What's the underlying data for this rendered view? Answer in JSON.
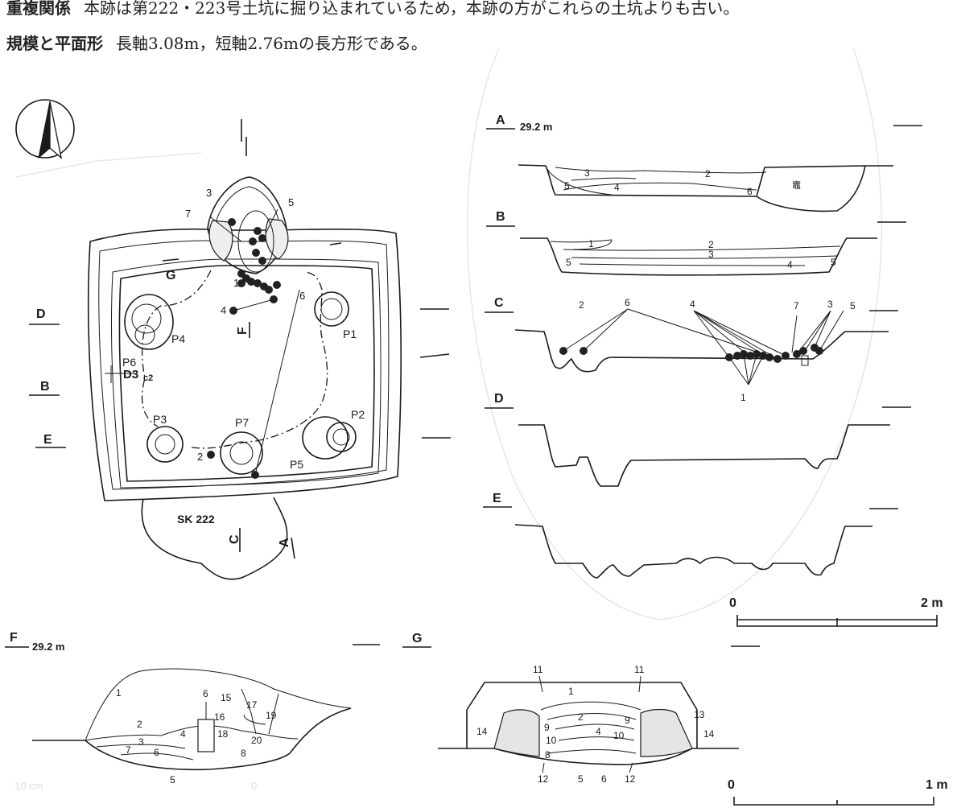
{
  "header": {
    "line1_lead": "重複関係",
    "line1_text": "本跡は第222・223号土坑に掘り込まれているため，本跡の方がこれらの土坑よりも古い。",
    "line2_lead": "規模と平面形",
    "line2_text": "長軸3.08m，短軸2.76mの長方形である。"
  },
  "plan": {
    "post_holes": [
      "P1",
      "P2",
      "P3",
      "P4",
      "P5",
      "P6",
      "P7"
    ],
    "pit_label": "SK 222",
    "grid_label": "D3",
    "grid_sub": "c2",
    "find_labels": [
      "1",
      "2",
      "3",
      "4",
      "5",
      "6",
      "7"
    ],
    "section_markers": [
      "A",
      "B",
      "C",
      "D",
      "E",
      "F",
      "G"
    ]
  },
  "sections": {
    "elevation": "29.2 m",
    "A_layers": [
      "2",
      "3",
      "4",
      "5",
      "6"
    ],
    "A_note": "竈",
    "B_layers": [
      "1",
      "2",
      "3",
      "4",
      "5",
      "5"
    ],
    "C_labels": [
      "2",
      "6",
      "4",
      "7",
      "3",
      "5",
      "1"
    ],
    "F_layers": [
      "1",
      "2",
      "3",
      "4",
      "5",
      "6",
      "7",
      "8",
      "15",
      "16",
      "17",
      "18",
      "19",
      "20"
    ],
    "F_find": "6",
    "G_layers": [
      "1",
      "2",
      "4",
      "5",
      "6",
      "8",
      "9",
      "9",
      "10",
      "10",
      "11",
      "11",
      "12",
      "12",
      "13",
      "14",
      "14"
    ]
  },
  "scales": {
    "large": {
      "zero": "0",
      "end": "2 m"
    },
    "small": {
      "zero": "0",
      "end": "1 m"
    }
  },
  "faint_text": {
    "cm": "10 cm",
    "zero": "0"
  }
}
